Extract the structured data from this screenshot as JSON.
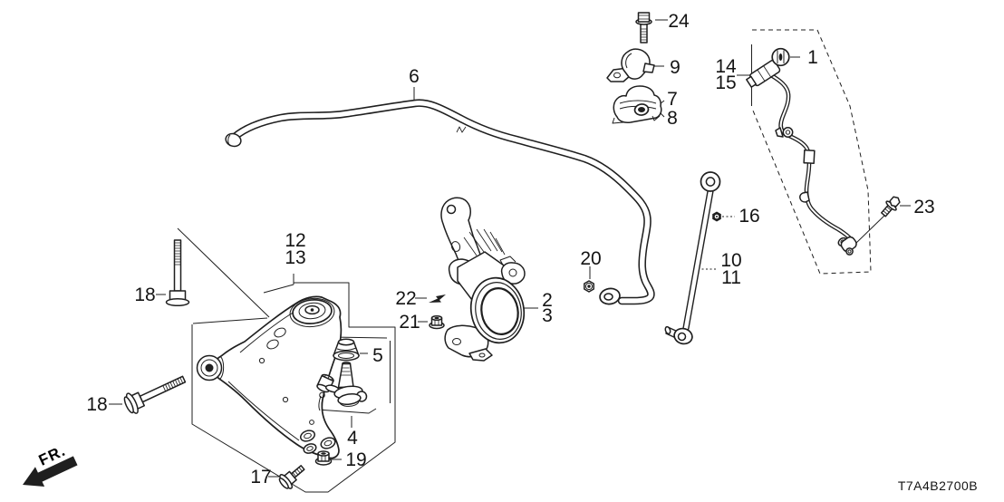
{
  "diagram": {
    "code": "T7A4B2700B",
    "direction_label": "FR.",
    "background": "#ffffff",
    "line_color": "#1f1f1f"
  },
  "callouts": {
    "n1": "1",
    "n2": "2",
    "n3": "3",
    "n4": "4",
    "n5": "5",
    "n6": "6",
    "n7": "7",
    "n8": "8",
    "n9": "9",
    "n10": "10",
    "n11": "11",
    "n12": "12",
    "n13": "13",
    "n14": "14",
    "n15": "15",
    "n16": "16",
    "n17": "17",
    "n18": "18",
    "n19": "19",
    "n20": "20",
    "n21": "21",
    "n22": "22",
    "n23": "23",
    "n24": "24"
  }
}
